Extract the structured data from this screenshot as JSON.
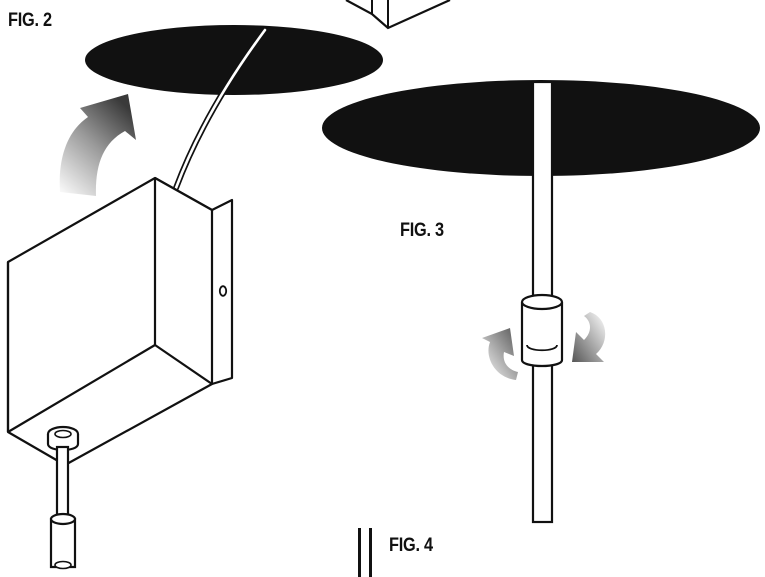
{
  "figures": {
    "fig2": {
      "label": "FIG. 2"
    },
    "fig3": {
      "label": "FIG. 3"
    },
    "fig4": {
      "label": "FIG. 4"
    }
  },
  "colors": {
    "ink": "#111111",
    "ceiling": "#111111",
    "paper": "#ffffff",
    "arrow": "#555555"
  },
  "icons": [
    "curved-up-arrow-icon",
    "rotate-left-arrow-icon",
    "rotate-right-arrow-icon"
  ]
}
